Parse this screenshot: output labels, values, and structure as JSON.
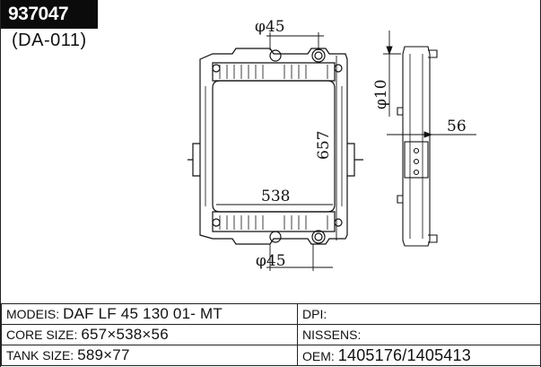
{
  "header": {
    "part_number": "937047",
    "alt_code": "(DA-011)"
  },
  "dimensions": {
    "top_inlet": "φ45",
    "bottom_outlet": "φ45",
    "height": "657",
    "width": "538",
    "side_pipe": "φ10",
    "depth": "56"
  },
  "specs": {
    "models_label": "MODEIS:",
    "models_value": "DAF LF 45 130 01-  MT",
    "dpi_label": "DPI:",
    "dpi_value": "",
    "core_label": "CORE SIZE:",
    "core_value": "657×538×56",
    "nissens_label": "NISSENS:",
    "nissens_value": "",
    "tank_label": "TANK SIZE:",
    "tank_value": "589×77",
    "oem_label": "OEM:",
    "oem_value": "1405176/1405413"
  },
  "colors": {
    "ink": "#111111",
    "badge_bg": "#0b0b0b",
    "badge_text": "#ffffff"
  }
}
